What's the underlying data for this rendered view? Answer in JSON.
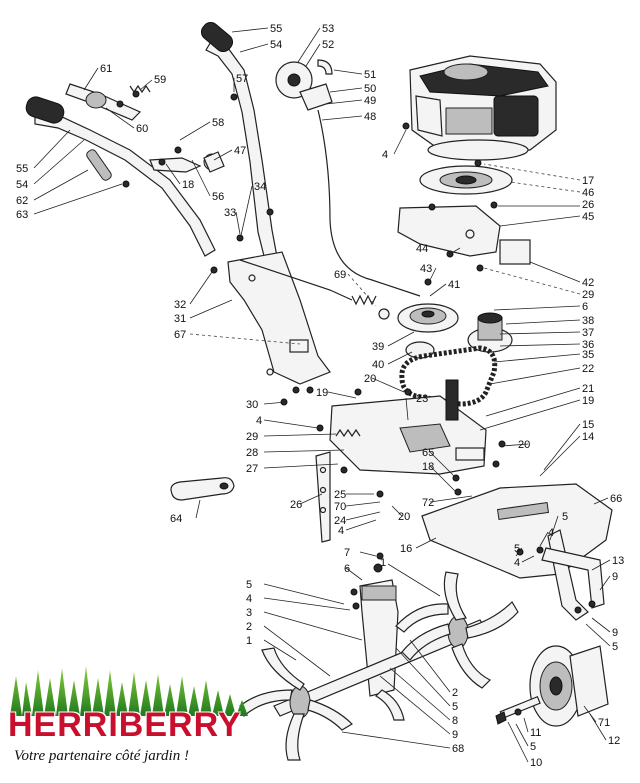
{
  "diagram": {
    "part_labels": [
      {
        "id": "55a",
        "text": "55"
      },
      {
        "id": "54a",
        "text": "54"
      },
      {
        "id": "53",
        "text": "53"
      },
      {
        "id": "52",
        "text": "52"
      },
      {
        "id": "61",
        "text": "61"
      },
      {
        "id": "59",
        "text": "59"
      },
      {
        "id": "57",
        "text": "57"
      },
      {
        "id": "51",
        "text": "51"
      },
      {
        "id": "50",
        "text": "50"
      },
      {
        "id": "49",
        "text": "49"
      },
      {
        "id": "48",
        "text": "48"
      },
      {
        "id": "60",
        "text": "60"
      },
      {
        "id": "58",
        "text": "58"
      },
      {
        "id": "4a",
        "text": "4"
      },
      {
        "id": "47",
        "text": "47"
      },
      {
        "id": "55b",
        "text": "55"
      },
      {
        "id": "54b",
        "text": "54"
      },
      {
        "id": "18a",
        "text": "18"
      },
      {
        "id": "56",
        "text": "56"
      },
      {
        "id": "34",
        "text": "34"
      },
      {
        "id": "62",
        "text": "62"
      },
      {
        "id": "63",
        "text": "63"
      },
      {
        "id": "33",
        "text": "33"
      },
      {
        "id": "17",
        "text": "17"
      },
      {
        "id": "46",
        "text": "46"
      },
      {
        "id": "26a",
        "text": "26"
      },
      {
        "id": "45",
        "text": "45"
      },
      {
        "id": "44",
        "text": "44"
      },
      {
        "id": "43",
        "text": "43"
      },
      {
        "id": "42",
        "text": "42"
      },
      {
        "id": "69",
        "text": "69"
      },
      {
        "id": "41",
        "text": "41"
      },
      {
        "id": "29a",
        "text": "29"
      },
      {
        "id": "32",
        "text": "32"
      },
      {
        "id": "6a",
        "text": "6"
      },
      {
        "id": "31",
        "text": "31"
      },
      {
        "id": "38",
        "text": "38"
      },
      {
        "id": "67",
        "text": "67"
      },
      {
        "id": "37",
        "text": "37"
      },
      {
        "id": "36",
        "text": "36"
      },
      {
        "id": "39",
        "text": "39"
      },
      {
        "id": "40",
        "text": "40"
      },
      {
        "id": "35",
        "text": "35"
      },
      {
        "id": "20a",
        "text": "20"
      },
      {
        "id": "22",
        "text": "22"
      },
      {
        "id": "21",
        "text": "21"
      },
      {
        "id": "19a",
        "text": "19"
      },
      {
        "id": "23",
        "text": "23"
      },
      {
        "id": "19b",
        "text": "19"
      },
      {
        "id": "30",
        "text": "30"
      },
      {
        "id": "15",
        "text": "15"
      },
      {
        "id": "14",
        "text": "14"
      },
      {
        "id": "4b",
        "text": "4"
      },
      {
        "id": "20b",
        "text": "20"
      },
      {
        "id": "29b",
        "text": "29"
      },
      {
        "id": "28",
        "text": "28"
      },
      {
        "id": "65",
        "text": "65"
      },
      {
        "id": "27",
        "text": "27"
      },
      {
        "id": "18b",
        "text": "18"
      },
      {
        "id": "25",
        "text": "25"
      },
      {
        "id": "66",
        "text": "66"
      },
      {
        "id": "26b",
        "text": "26"
      },
      {
        "id": "70",
        "text": "70"
      },
      {
        "id": "72",
        "text": "72"
      },
      {
        "id": "24",
        "text": "24"
      },
      {
        "id": "64",
        "text": "64"
      },
      {
        "id": "4c",
        "text": "4"
      },
      {
        "id": "5a",
        "text": "5"
      },
      {
        "id": "4d",
        "text": "4"
      },
      {
        "id": "20c",
        "text": "20"
      },
      {
        "id": "16",
        "text": "16"
      },
      {
        "id": "5b",
        "text": "5"
      },
      {
        "id": "4e",
        "text": "4"
      },
      {
        "id": "7",
        "text": "7"
      },
      {
        "id": "1a",
        "text": "1"
      },
      {
        "id": "13",
        "text": "13"
      },
      {
        "id": "6b",
        "text": "6"
      },
      {
        "id": "9a",
        "text": "9"
      },
      {
        "id": "5c",
        "text": "5"
      },
      {
        "id": "4f",
        "text": "4"
      },
      {
        "id": "3",
        "text": "3"
      },
      {
        "id": "9b",
        "text": "9"
      },
      {
        "id": "5d",
        "text": "5"
      },
      {
        "id": "2a",
        "text": "2"
      },
      {
        "id": "1b",
        "text": "1"
      },
      {
        "id": "2b",
        "text": "2"
      },
      {
        "id": "5e",
        "text": "5"
      },
      {
        "id": "8",
        "text": "8"
      },
      {
        "id": "9c",
        "text": "9"
      },
      {
        "id": "71",
        "text": "71"
      },
      {
        "id": "11",
        "text": "11"
      },
      {
        "id": "68",
        "text": "68"
      },
      {
        "id": "5f",
        "text": "5"
      },
      {
        "id": "12",
        "text": "12"
      },
      {
        "id": "10",
        "text": "10"
      }
    ]
  },
  "branding": {
    "logo_name": "HERRIBERRY",
    "tagline": "Votre partenaire côté jardin !",
    "logo_red": "#c8102e",
    "logo_green_dark": "#1e7a1e",
    "logo_green_light": "#8ccf3c"
  }
}
